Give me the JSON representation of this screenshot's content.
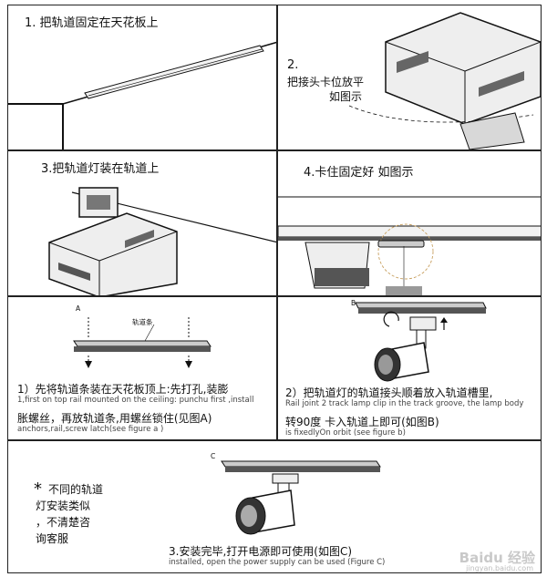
{
  "panel1": {
    "step": "1. 把轨道固定在天花板上"
  },
  "panel2": {
    "step_num": "2.",
    "line1": "把接头卡位放平",
    "line2": "如图示"
  },
  "panel3": {
    "step": "3.把轨道灯装在轨道上"
  },
  "panel4": {
    "step": "4.卡住固定好  如图示"
  },
  "panelA": {
    "label": "A",
    "rail_label": "轨道条",
    "zh1": "1）先将轨道条装在天花板顶上:先打孔,装膨",
    "en1": "1,first on top rail mounted on the ceiling: punchu first ,install",
    "zh2": "胀螺丝，再放轨道条,用螺丝锁住(见图A)",
    "en2": "anchors,rail,screw latch(see figure a )"
  },
  "panelB": {
    "label": "B",
    "zh1": "2）把轨道灯的轨道接头顺着放入轨道槽里,",
    "en1": "Rail joint 2 track lamp clip in the track groove, the lamp body",
    "zh2": "转90度 卡入轨道上即可(如图B)",
    "en2": "is fixedlyOn orbit (see figure b)"
  },
  "panelC": {
    "label": "C",
    "note_star": "*",
    "note1": "不同的轨道",
    "note2": "灯安装类似",
    "note3": "，不清楚咨",
    "note4": "询客服",
    "zh": "3.安装完毕,打开电源即可使用(如图C)",
    "en": "installed, open the power supply can be used (Figure C)"
  },
  "watermark": {
    "text": "Baidu 经验",
    "sub": "jingyan.baidu.com"
  }
}
